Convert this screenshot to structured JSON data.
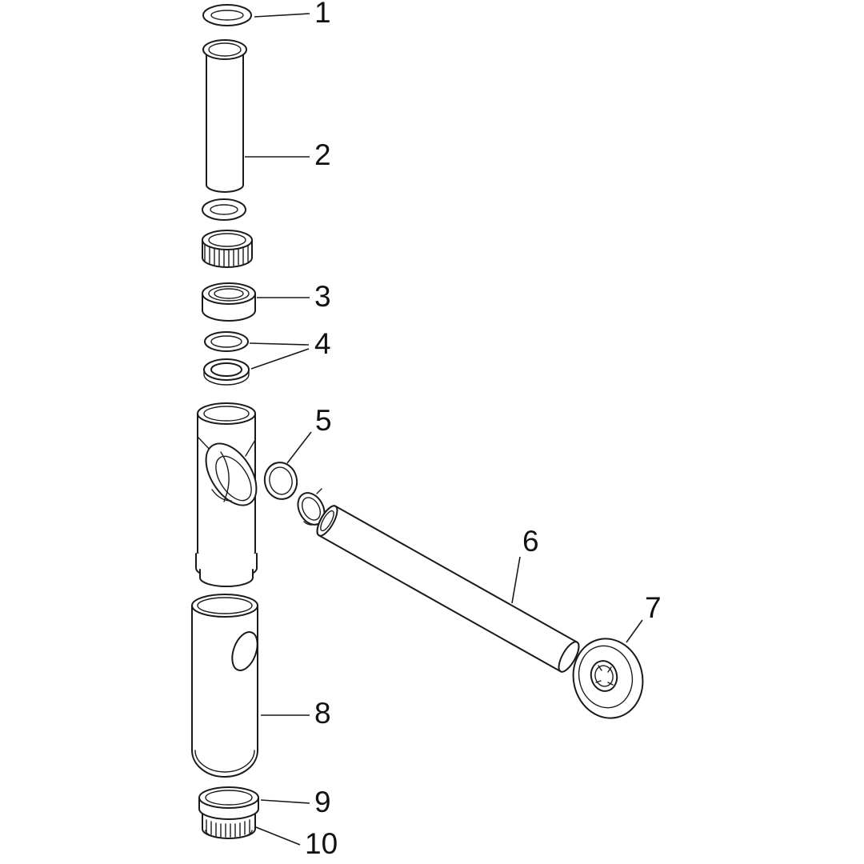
{
  "diagram": {
    "type": "exploded-parts-diagram",
    "subject": "bottle-trap-siphon-assembly"
  },
  "colors": {
    "background": "#ffffff",
    "line": "#1a1a1a",
    "seal_fill": "#bdbdbd",
    "label_text": "#111111"
  },
  "parts": [
    {
      "label": "1",
      "name": "o-ring-top"
    },
    {
      "label": "2",
      "name": "vertical-extension-pipe"
    },
    {
      "label": "3",
      "name": "compression-nut"
    },
    {
      "label": "4",
      "name": "seal-washer-pair"
    },
    {
      "label": "5",
      "name": "seal-ring"
    },
    {
      "label": "6",
      "name": "horizontal-outlet-pipe"
    },
    {
      "label": "7",
      "name": "wall-flange"
    },
    {
      "label": "8",
      "name": "trap-cup"
    },
    {
      "label": "9",
      "name": "bottom-cap"
    },
    {
      "label": "10",
      "name": "threaded-collar"
    }
  ]
}
